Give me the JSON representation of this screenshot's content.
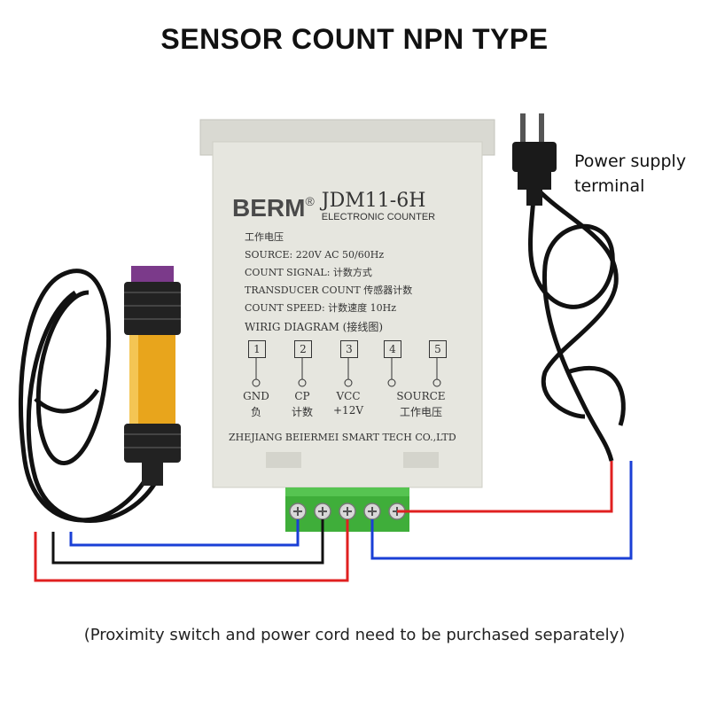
{
  "title": "SENSOR COUNT NPN TYPE",
  "power_label_line1": "Power supply",
  "power_label_line2": "terminal",
  "footnote": "(Proximity switch and power cord need to be purchased separately)",
  "device": {
    "brand": "BERM",
    "registered": "®",
    "model": "JDM11-6H",
    "subtitle": "ELECTRONIC COUNTER",
    "spec_lines": [
      "工作电压",
      "SOURCE: 220V AC 50/60Hz",
      "COUNT SIGNAL: 计数方式",
      "TRANSDUCER COUNT 传感器计数",
      "COUNT SPEED: 计数速度 10Hz"
    ],
    "diagram_heading": "WIRIG DIAGRAM (接线图)",
    "terminals": [
      {
        "num": "1",
        "label": "GND",
        "sub": "负"
      },
      {
        "num": "2",
        "label": "CP",
        "sub": "计数"
      },
      {
        "num": "3",
        "label": "VCC",
        "sub": "+12V"
      },
      {
        "num": "4",
        "label": "",
        "sub": ""
      },
      {
        "num": "5",
        "label": "",
        "sub": ""
      }
    ],
    "source_label": "SOURCE",
    "source_sub": "工作电压",
    "maker": "ZHEJIANG BEIERMEI SMART TECH CO.,LTD"
  },
  "colors": {
    "red": "#e02020",
    "blue": "#1a3fd6",
    "black": "#111111",
    "housing": "#e6e6df",
    "terminal_block": "#3fae3a",
    "sensor": "#e8a51c"
  }
}
